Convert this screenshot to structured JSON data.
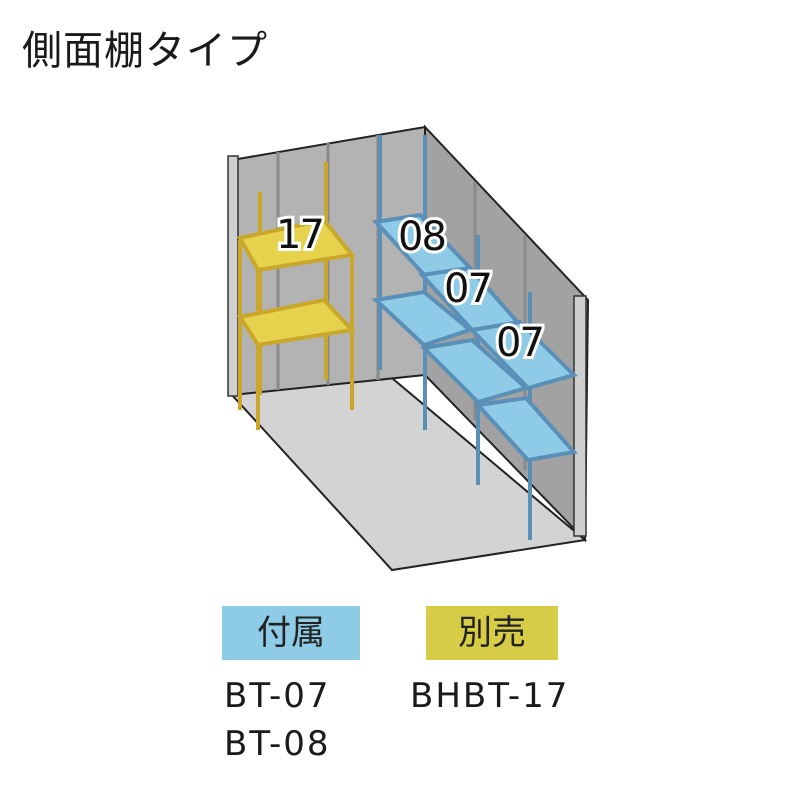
{
  "title": "側面棚タイプ",
  "shelf_labels": {
    "yellow": "17",
    "blue_top": "08",
    "blue_mid": "07",
    "blue_low": "07"
  },
  "legend": {
    "included": {
      "label": "付属",
      "color": "#8ecbe6",
      "models": [
        "BT-07",
        "BT-08"
      ]
    },
    "optional": {
      "label": "別売",
      "color": "#d7cc45",
      "models": [
        "BHBT-17"
      ]
    }
  },
  "colors": {
    "frame_blue": "#5a8fb8",
    "shelf_blue": "#8ecbe6",
    "frame_yellow": "#c9a72b",
    "shelf_yellow": "#e6d24c",
    "wall": "#a9a9a9",
    "floor": "#d3d3d3"
  }
}
